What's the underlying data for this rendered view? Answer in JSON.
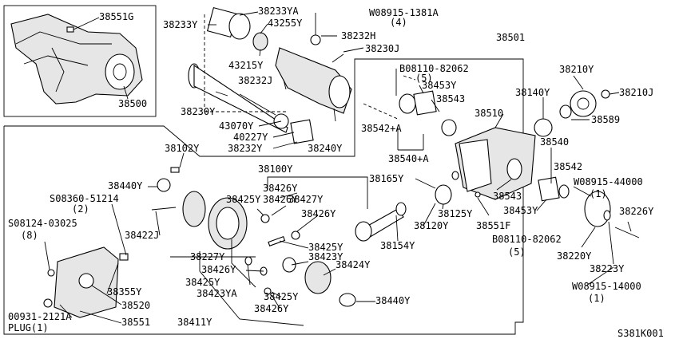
{
  "diagram_code": "S381K001",
  "callouts": {
    "c38551G": "38551G",
    "c38500": "38500",
    "c38233Y": "38233Y",
    "c38233YA": "38233YA",
    "c43255Y": "43255Y",
    "c43215Y": "43215Y",
    "c08915_1381A": "W08915-1381A",
    "c08915_1381A_q": "(4)",
    "c38232H": "38232H",
    "c38230J": "38230J",
    "c38501": "38501",
    "c08110_82062_top": "B08110-82062",
    "c08110_82062_top_q": "(5)",
    "c38210Y": "38210Y",
    "c38210J": "38210J",
    "c38453Y_top": "38453Y",
    "c38543_top": "38543",
    "c38140Y": "38140Y",
    "c38589": "38589",
    "c38510": "38510",
    "c38230Y": "38230Y",
    "c38232J": "38232J",
    "c43070Y": "43070Y",
    "c40227Y": "40227Y",
    "c38232Y": "38232Y",
    "c38240Y": "38240Y",
    "c38542A": "38542+A",
    "c38540A": "38540+A",
    "c38540": "38540",
    "c38542": "38542",
    "c38102Y": "38102Y",
    "c38100Y": "38100Y",
    "c38440Y_top": "38440Y",
    "c08360": "S08360-51214",
    "c08360_q": "(2)",
    "c08124": "S08124-03025",
    "c08124_q": "(8)",
    "c38422J": "38422J",
    "c38165Y": "38165Y",
    "c38125Y": "38125Y",
    "c38120Y": "38120Y",
    "c38543_mid": "38543",
    "c38453Y_mid": "38453Y",
    "c08915_44000": "W08915-44000",
    "c08915_44000_q": "(1)",
    "c38226Y": "38226Y",
    "c38551F": "38551F",
    "c08110_82062_bot": "B08110-82062",
    "c08110_82062_bot_q": "(5)",
    "c38220Y": "38220Y",
    "c38223Y": "38223Y",
    "c08915_14000": "W08915-14000",
    "c08915_14000_q": "(1)",
    "c38426Y_a": "38426Y",
    "c38426Y_b": "38426Y",
    "c38425Y_a": "38425Y",
    "c38427Y": "38427Y",
    "c38426Y_c": "38426Y",
    "c38154Y": "38154Y",
    "c38425Y_b": "38425Y",
    "c38227Y": "38227Y",
    "c38423Y": "38423Y",
    "c38426Y_d": "38426Y",
    "c38424Y": "38424Y",
    "c38425Y_c": "38425Y",
    "c38423YA": "38423YA",
    "c38425Y_d": "38425Y",
    "c38426Y_e": "38426Y",
    "c38440Y_bot": "38440Y",
    "c38411Y": "38411Y",
    "c38355Y": "38355Y",
    "c38520": "38520",
    "c00931": "00931-2121A",
    "c38551": "38551",
    "c_plug": "PLUG(1)"
  }
}
